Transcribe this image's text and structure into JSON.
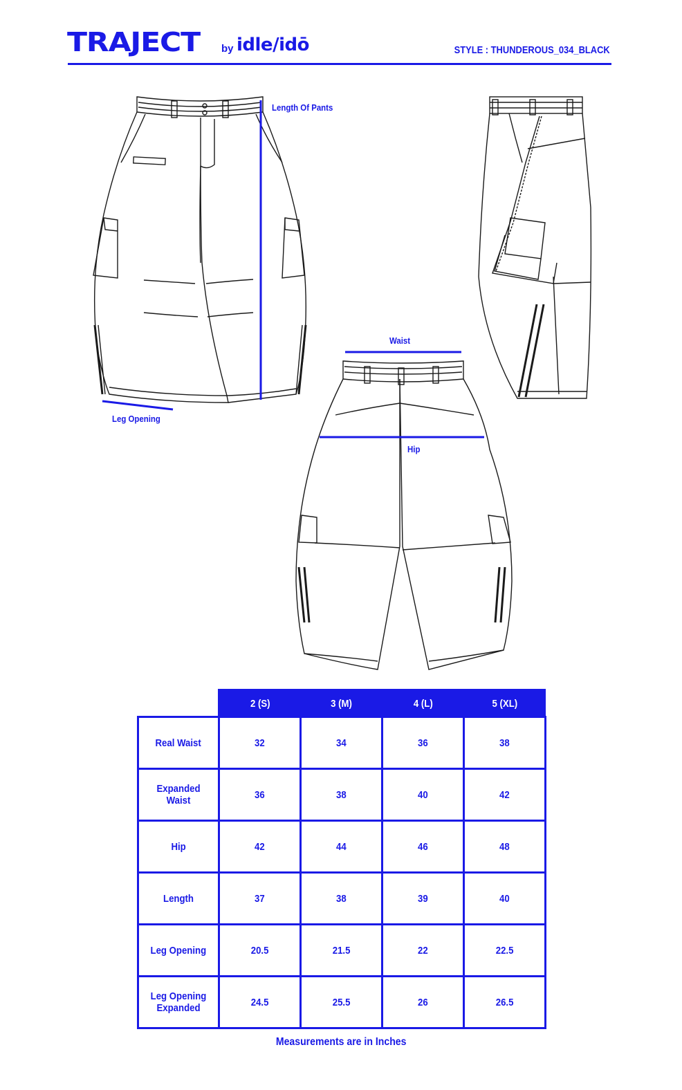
{
  "brand": {
    "name": "TRAJECT",
    "by": "by",
    "sub": "idle/idō"
  },
  "style_label": "STYLE : THUNDEROUS_034_BLACK",
  "colors": {
    "accent": "#1a1ae6",
    "line": "#1a1a1a"
  },
  "labels": {
    "length_of_pants": "Length Of Pants",
    "leg_opening": "Leg Opening",
    "waist": "Waist",
    "hip": "Hip"
  },
  "table": {
    "sizes": [
      "2 (S)",
      "3 (M)",
      "4 (L)",
      "5 (XL)"
    ],
    "separator": "I",
    "rows": [
      {
        "label": "Real Waist",
        "values": [
          "32",
          "34",
          "36",
          "38"
        ]
      },
      {
        "label": "Expanded Waist",
        "values": [
          "36",
          "38",
          "40",
          "42"
        ]
      },
      {
        "label": "Hip",
        "values": [
          "42",
          "44",
          "46",
          "48"
        ]
      },
      {
        "label": "Length",
        "values": [
          "37",
          "38",
          "39",
          "40"
        ]
      },
      {
        "label": "Leg Opening",
        "values": [
          "20.5",
          "21.5",
          "22",
          "22.5"
        ]
      },
      {
        "label": "Leg Opening Expanded",
        "values": [
          "24.5",
          "25.5",
          "26",
          "26.5"
        ]
      }
    ]
  },
  "note": "Measurements are in Inches"
}
